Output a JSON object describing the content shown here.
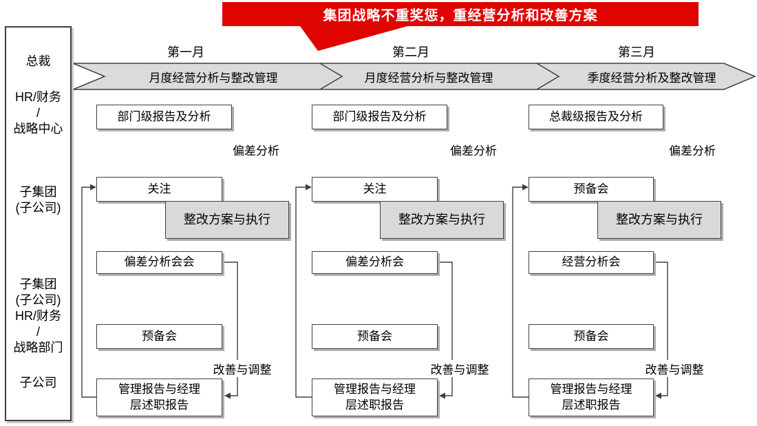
{
  "banner": {
    "text": "集团战略不重奖惩，重经营分析和改善方案",
    "bg_color": "#e00400",
    "text_color": "#ffffff"
  },
  "sidebar": {
    "rows": [
      {
        "label": "总裁"
      },
      {
        "label": "HR/财务\n/\n战略中心"
      },
      {
        "label": "子集团\n(子公司)"
      },
      {
        "label": "子集团\n(子公司)\nHR/财务\n/\n战略部门"
      },
      {
        "label": "子公司"
      }
    ]
  },
  "columns": [
    {
      "month": "第一月",
      "phase": "月度经营分析与整改管理",
      "report_box": "部门级报告及分析",
      "deviation_label": "偏差分析",
      "focus_box": "关注",
      "plan_box": "整改方案与执行",
      "meeting_box": "偏差分析会会",
      "prep_box": "预备会",
      "adjust_label": "改善与调整",
      "mgmt_box": "管理报告与经理\n层述职报告"
    },
    {
      "month": "第二月",
      "phase": "月度经营分析与整改管理",
      "report_box": "部门级报告及分析",
      "deviation_label": "偏差分析",
      "focus_box": "关注",
      "plan_box": "整改方案与执行",
      "meeting_box": "偏差分析会",
      "prep_box": "预备会",
      "adjust_label": "改善与调整",
      "mgmt_box": "管理报告与经理\n层述职报告"
    },
    {
      "month": "第三月",
      "phase": "季度经营分析及整改管理",
      "report_box": "总裁级报告及分析",
      "deviation_label": "偏差分析",
      "focus_box": "预备会",
      "plan_box": "整改方案与执行",
      "meeting_box": "经营分析会",
      "prep_box": "预备会",
      "adjust_label": "改善与调整",
      "mgmt_box": "管理报告与经理\n层述职报告"
    }
  ],
  "colors": {
    "band_fill": "#dbdbdb",
    "box_gray_fill": "#d9d9d9",
    "line": "#3f3f3f"
  }
}
